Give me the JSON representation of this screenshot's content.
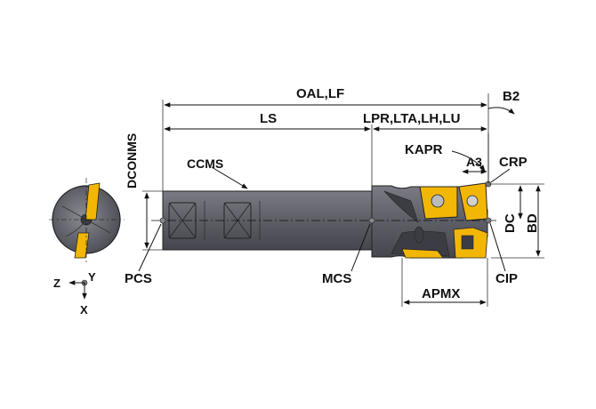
{
  "labels": {
    "oal_lf": "OAL,LF",
    "b2": "B2",
    "ls": "LS",
    "lpr_group": "LPR,LTA,LH,LU",
    "dconms": "DCONMS",
    "kapr": "KAPR",
    "ccms": "CCMS",
    "a3": "A3",
    "crp": "CRP",
    "dc": "DC",
    "bd": "BD",
    "pcs": "PCS",
    "mcs": "MCS",
    "cip": "CIP",
    "apmx": "APMX",
    "axis_z": "Z",
    "axis_y": "Y",
    "axis_x": "X"
  },
  "colors": {
    "tool_body": "#5f6068",
    "tool_body_dark": "#3c3d44",
    "insert_yellow": "#f2b705",
    "line": "#111111",
    "crp_marker": "#777777"
  }
}
